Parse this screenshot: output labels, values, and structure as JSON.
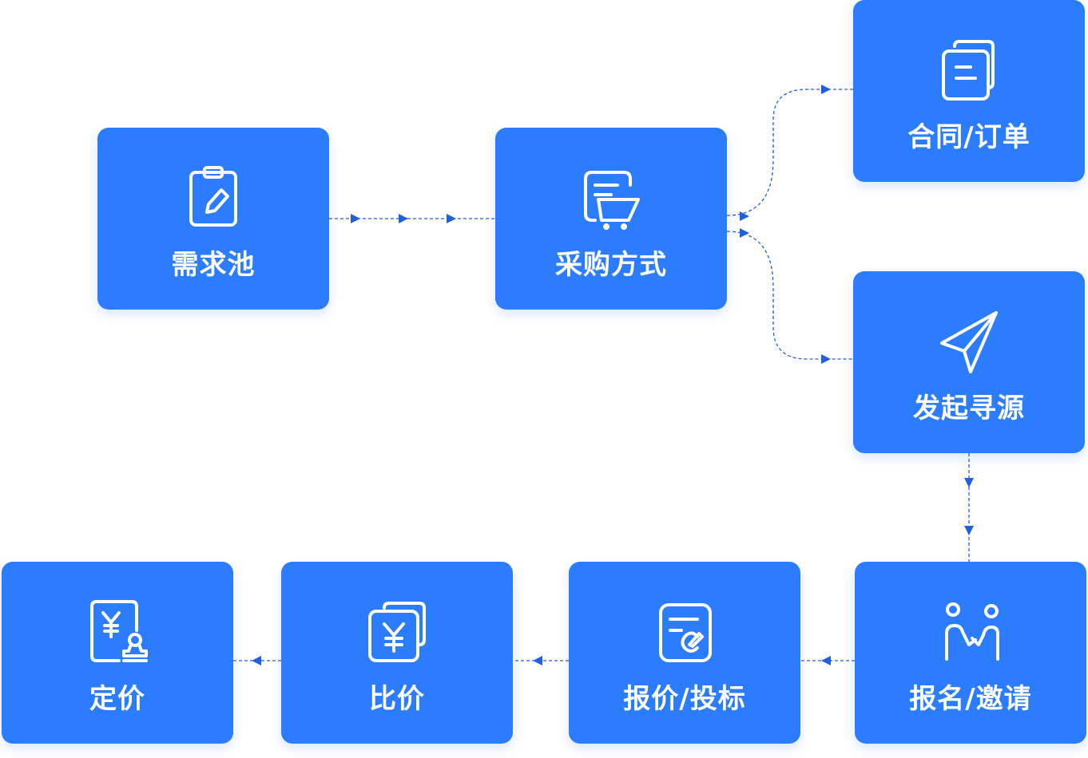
{
  "colors": {
    "node": "#2b7cff",
    "connector": "#1f5fe0",
    "text": "#ffffff"
  },
  "nodes": {
    "demand_pool": {
      "label": "需求池",
      "icon": "clipboard-edit-icon"
    },
    "procurement_method": {
      "label": "采购方式",
      "icon": "shopping-cart-list-icon"
    },
    "contract_order": {
      "label": "合同/订单",
      "icon": "documents-stack-icon"
    },
    "initiate_sourcing": {
      "label": "发起寻源",
      "icon": "paper-plane-icon"
    },
    "signup_invite": {
      "label": "报名/邀请",
      "icon": "people-handshake-icon"
    },
    "quote_bid": {
      "label": "报价/投标",
      "icon": "document-sign-icon"
    },
    "price_compare": {
      "label": "比价",
      "icon": "yuan-cards-icon"
    },
    "pricing": {
      "label": "定价",
      "icon": "yuan-stamp-icon"
    }
  }
}
